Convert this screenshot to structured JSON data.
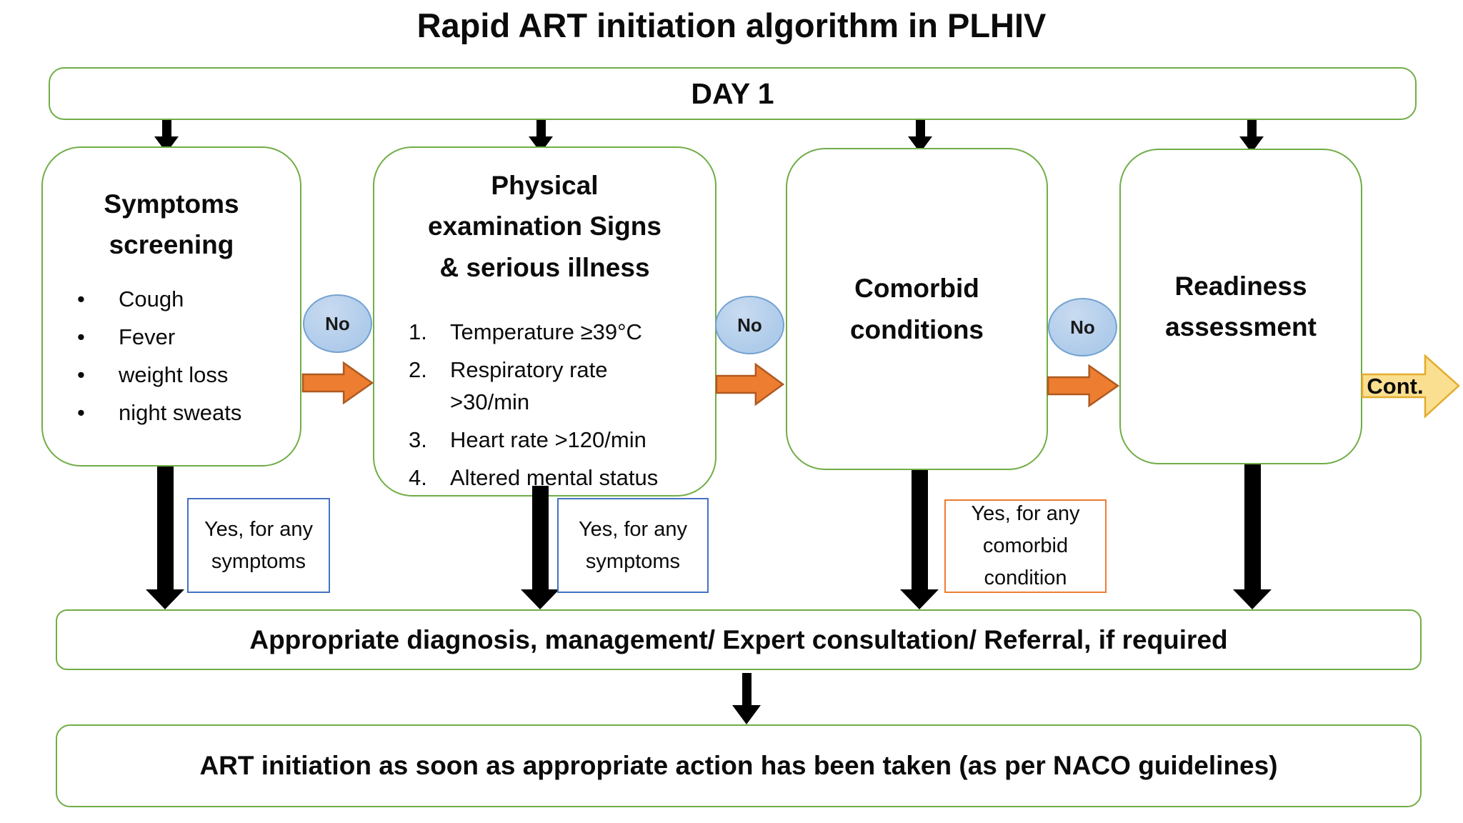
{
  "title": "Rapid ART initiation algorithm in PLHIV",
  "day_banner": "DAY 1",
  "boxes": [
    {
      "heading": "Symptoms\nscreening",
      "list_style": "bullet",
      "items": [
        "Cough",
        "Fever",
        "weight loss",
        "night sweats"
      ]
    },
    {
      "heading": "Physical\nexamination Signs\n& serious illness",
      "list_style": "number",
      "items": [
        "Temperature ≥39°C",
        "Respiratory rate >30/min",
        "Heart rate >120/min",
        "Altered mental status"
      ]
    },
    {
      "heading": "Comorbid\nconditions",
      "list_style": "none",
      "items": []
    },
    {
      "heading": "Readiness\nassessment",
      "list_style": "none",
      "items": []
    }
  ],
  "no_labels": [
    "No",
    "No",
    "No"
  ],
  "yes_boxes": [
    {
      "text": "Yes, for any symptoms",
      "border_color": "blue"
    },
    {
      "text": "Yes, for any symptoms",
      "border_color": "blue"
    },
    {
      "text": "Yes, for any comorbid condition",
      "border_color": "orange"
    }
  ],
  "cont_label": "Cont.",
  "bottom_bar1": "Appropriate diagnosis, management/ Expert consultation/ Referral, if required",
  "bottom_bar2": "ART initiation as soon as appropriate action has been taken (as per NACO guidelines)",
  "colors": {
    "green_border": "#70AD47",
    "orange_fill": "#ED7D31",
    "orange_stroke": "#AE5A21",
    "blue_ellipse_fill": "#AECBEA",
    "blue_ellipse_fill_light": "#C9DBF0",
    "blue_ellipse_stroke": "#74A2D1",
    "yes_blue_border": "#4472C4",
    "yes_orange_border": "#ED7D31",
    "cont_fill": "#FBDF90",
    "cont_stroke": "#E2AC2D",
    "arrow_black": "#000000",
    "text": "#0B0B0B",
    "background": "#FFFFFF"
  }
}
